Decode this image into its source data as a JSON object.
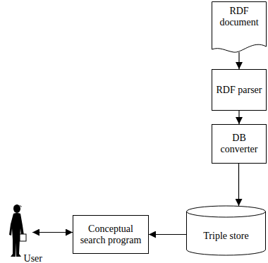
{
  "diagram": {
    "nodes": [
      {
        "text": [
          "RDF document"
        ]
      },
      {
        "text": [
          "RDF parser"
        ]
      },
      {
        "text": [
          "DB converter"
        ]
      },
      {
        "text": [
          "User"
        ]
      },
      {
        "text": [
          "Conceptual search program"
        ]
      },
      {
        "text": [
          "Triple store"
        ]
      }
    ],
    "edges": [
      {
        "from": 0,
        "to": 1,
        "arrow": "to"
      },
      {
        "from": 1,
        "to": 2,
        "arrow": "to"
      },
      {
        "from": 2,
        "to": 5,
        "arrow": "to"
      },
      {
        "from": 5,
        "to": 4,
        "arrow": "to"
      },
      {
        "from": 3,
        "to": 4,
        "arrow": "both"
      }
    ]
  }
}
